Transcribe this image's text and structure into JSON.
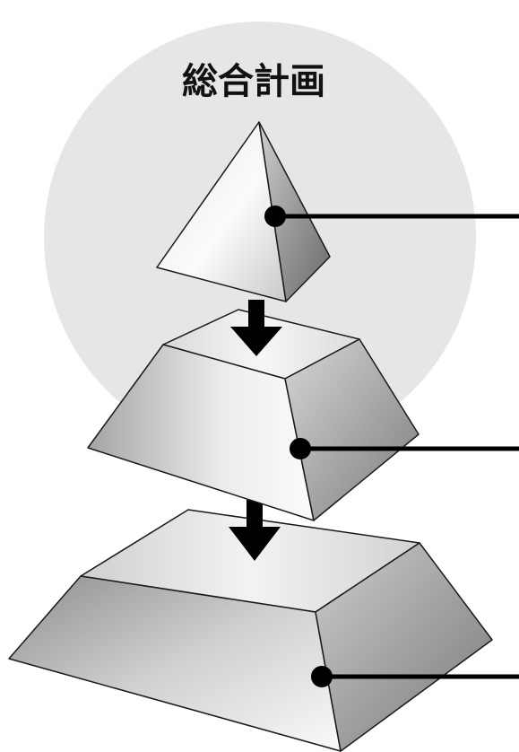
{
  "diagram": {
    "title": "総合計画",
    "colors": {
      "background": "#ffffff",
      "circle": "#e6e6e6",
      "stroke": "#1a1a1a",
      "leader": "#000000",
      "arrow": "#000000",
      "face_light": "#f7f7f7",
      "face_mid": "#c8c8c8",
      "face_dark": "#6e6e6e"
    },
    "levels": [
      {
        "name": "top-pyramid"
      },
      {
        "name": "middle-frustum"
      },
      {
        "name": "bottom-frustum"
      }
    ]
  }
}
